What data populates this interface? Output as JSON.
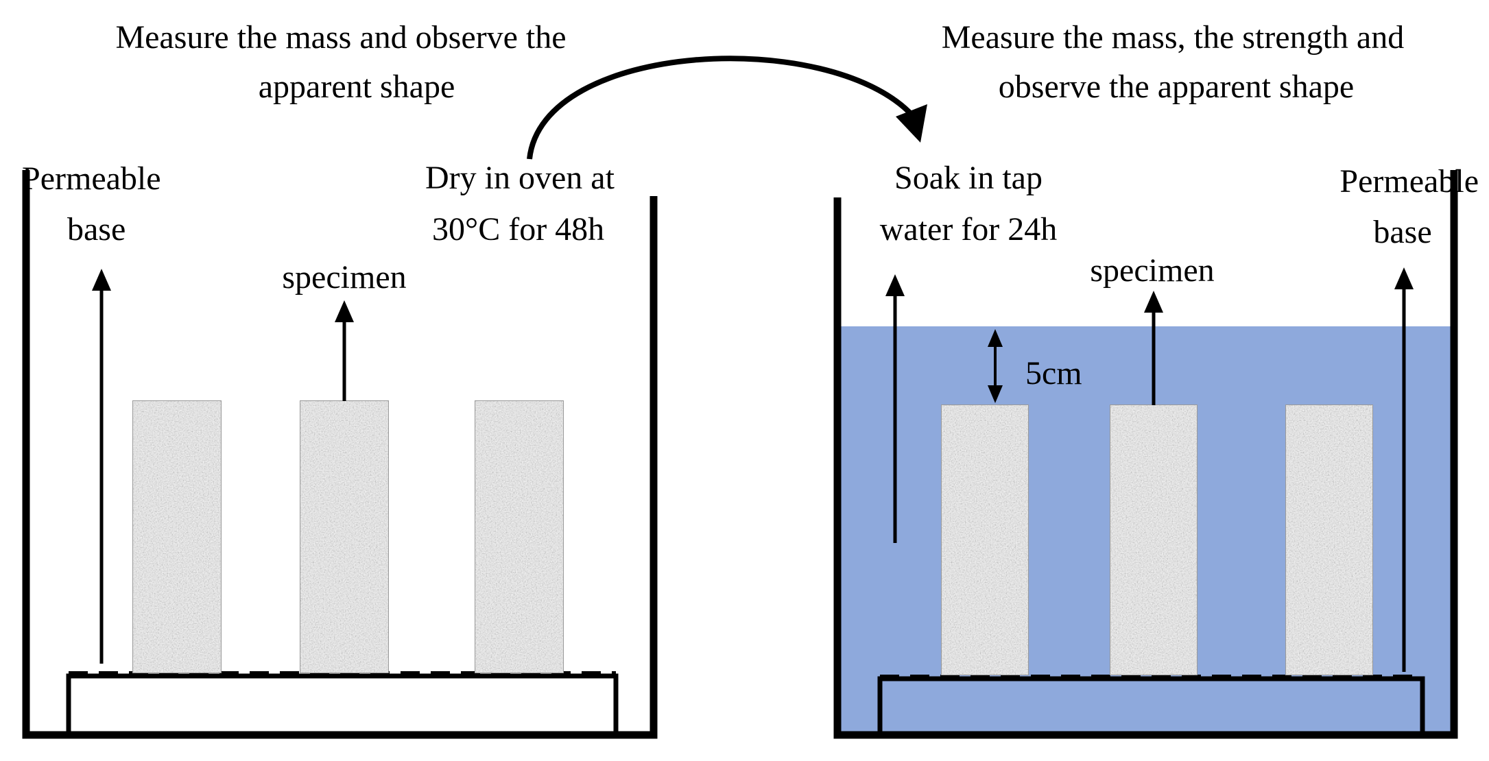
{
  "colors": {
    "ink": "#000000",
    "water": "#8ea9dc",
    "specimen_base": "#b8b8b8"
  },
  "icons": {
    "arrow": "arrow-up-icon",
    "curved_arrow": "curved-arrow-icon"
  },
  "left_panel": {
    "caption_lines": [
      "Measure the mass and observe the",
      "apparent shape"
    ],
    "process_lines": [
      "Dry in oven at",
      "30°C for 48h"
    ],
    "base_label_lines": [
      "Permeable",
      "base"
    ],
    "specimen_label": "specimen"
  },
  "right_panel": {
    "caption_lines": [
      "Measure the mass, the strength and",
      "observe the apparent shape"
    ],
    "process_lines": [
      "Soak in tap",
      "water for 24h"
    ],
    "base_label_lines": [
      "Permeable",
      "base"
    ],
    "specimen_label": "specimen",
    "depth_label": "5cm"
  }
}
